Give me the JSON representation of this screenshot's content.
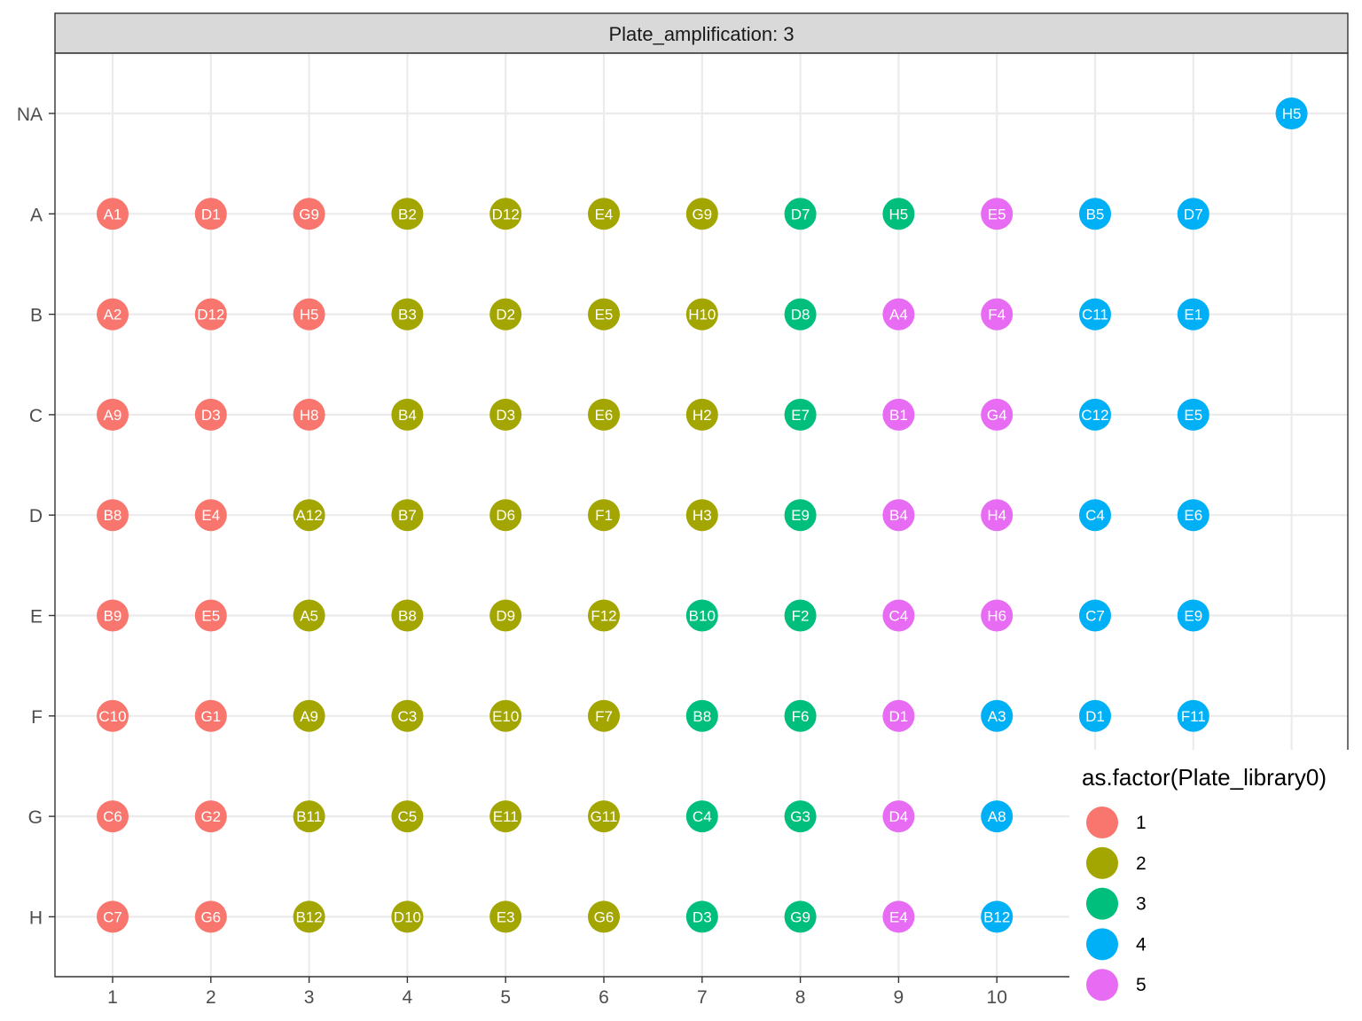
{
  "chart_data": {
    "type": "scatter",
    "facet_strip": "Plate_amplification: 3",
    "xlabel": "",
    "ylabel": "",
    "x_ticks": [
      "1",
      "2",
      "3",
      "4",
      "5",
      "6",
      "7",
      "8",
      "9",
      "10"
    ],
    "y_ticks": [
      "NA",
      "A",
      "B",
      "C",
      "D",
      "E",
      "F",
      "G",
      "H"
    ],
    "grid": true,
    "legend": {
      "title": "as.factor(Plate_library0)",
      "placement": "bottom-right",
      "entries": [
        {
          "label": "1",
          "color": "#F8766D"
        },
        {
          "label": "2",
          "color": "#A3A500"
        },
        {
          "label": "3",
          "color": "#00BF7D"
        },
        {
          "label": "4",
          "color": "#00B0F6"
        },
        {
          "label": "5",
          "color": "#E76BF3"
        }
      ]
    },
    "points": [
      {
        "x": 1,
        "y": "A",
        "label": "A1",
        "group": "1"
      },
      {
        "x": 2,
        "y": "A",
        "label": "D1",
        "group": "1"
      },
      {
        "x": 3,
        "y": "A",
        "label": "G9",
        "group": "1"
      },
      {
        "x": 4,
        "y": "A",
        "label": "B2",
        "group": "2"
      },
      {
        "x": 5,
        "y": "A",
        "label": "D12",
        "group": "2"
      },
      {
        "x": 6,
        "y": "A",
        "label": "E4",
        "group": "2"
      },
      {
        "x": 7,
        "y": "A",
        "label": "G9",
        "group": "2"
      },
      {
        "x": 8,
        "y": "A",
        "label": "D7",
        "group": "3"
      },
      {
        "x": 9,
        "y": "A",
        "label": "H5",
        "group": "3"
      },
      {
        "x": 10,
        "y": "A",
        "label": "E5",
        "group": "5"
      },
      {
        "x": 11,
        "y": "A",
        "label": "B5",
        "group": "4"
      },
      {
        "x": 12,
        "y": "A",
        "label": "D7",
        "group": "4"
      },
      {
        "x": 1,
        "y": "B",
        "label": "A2",
        "group": "1"
      },
      {
        "x": 2,
        "y": "B",
        "label": "D12",
        "group": "1"
      },
      {
        "x": 3,
        "y": "B",
        "label": "H5",
        "group": "1"
      },
      {
        "x": 4,
        "y": "B",
        "label": "B3",
        "group": "2"
      },
      {
        "x": 5,
        "y": "B",
        "label": "D2",
        "group": "2"
      },
      {
        "x": 6,
        "y": "B",
        "label": "E5",
        "group": "2"
      },
      {
        "x": 7,
        "y": "B",
        "label": "H10",
        "group": "2"
      },
      {
        "x": 8,
        "y": "B",
        "label": "D8",
        "group": "3"
      },
      {
        "x": 9,
        "y": "B",
        "label": "A4",
        "group": "5"
      },
      {
        "x": 10,
        "y": "B",
        "label": "F4",
        "group": "5"
      },
      {
        "x": 11,
        "y": "B",
        "label": "C11",
        "group": "4"
      },
      {
        "x": 12,
        "y": "B",
        "label": "E1",
        "group": "4"
      },
      {
        "x": 1,
        "y": "C",
        "label": "A9",
        "group": "1"
      },
      {
        "x": 2,
        "y": "C",
        "label": "D3",
        "group": "1"
      },
      {
        "x": 3,
        "y": "C",
        "label": "H8",
        "group": "1"
      },
      {
        "x": 4,
        "y": "C",
        "label": "B4",
        "group": "2"
      },
      {
        "x": 5,
        "y": "C",
        "label": "D3",
        "group": "2"
      },
      {
        "x": 6,
        "y": "C",
        "label": "E6",
        "group": "2"
      },
      {
        "x": 7,
        "y": "C",
        "label": "H2",
        "group": "2"
      },
      {
        "x": 8,
        "y": "C",
        "label": "E7",
        "group": "3"
      },
      {
        "x": 9,
        "y": "C",
        "label": "B1",
        "group": "5"
      },
      {
        "x": 10,
        "y": "C",
        "label": "G4",
        "group": "5"
      },
      {
        "x": 11,
        "y": "C",
        "label": "C12",
        "group": "4"
      },
      {
        "x": 12,
        "y": "C",
        "label": "E5",
        "group": "4"
      },
      {
        "x": 1,
        "y": "D",
        "label": "B8",
        "group": "1"
      },
      {
        "x": 2,
        "y": "D",
        "label": "E4",
        "group": "1"
      },
      {
        "x": 3,
        "y": "D",
        "label": "A12",
        "group": "2"
      },
      {
        "x": 4,
        "y": "D",
        "label": "B7",
        "group": "2"
      },
      {
        "x": 5,
        "y": "D",
        "label": "D6",
        "group": "2"
      },
      {
        "x": 6,
        "y": "D",
        "label": "F1",
        "group": "2"
      },
      {
        "x": 7,
        "y": "D",
        "label": "H3",
        "group": "2"
      },
      {
        "x": 8,
        "y": "D",
        "label": "E9",
        "group": "3"
      },
      {
        "x": 9,
        "y": "D",
        "label": "B4",
        "group": "5"
      },
      {
        "x": 10,
        "y": "D",
        "label": "H4",
        "group": "5"
      },
      {
        "x": 11,
        "y": "D",
        "label": "C4",
        "group": "4"
      },
      {
        "x": 12,
        "y": "D",
        "label": "E6",
        "group": "4"
      },
      {
        "x": 1,
        "y": "E",
        "label": "B9",
        "group": "1"
      },
      {
        "x": 2,
        "y": "E",
        "label": "E5",
        "group": "1"
      },
      {
        "x": 3,
        "y": "E",
        "label": "A5",
        "group": "2"
      },
      {
        "x": 4,
        "y": "E",
        "label": "B8",
        "group": "2"
      },
      {
        "x": 5,
        "y": "E",
        "label": "D9",
        "group": "2"
      },
      {
        "x": 6,
        "y": "E",
        "label": "F12",
        "group": "2"
      },
      {
        "x": 7,
        "y": "E",
        "label": "B10",
        "group": "3"
      },
      {
        "x": 8,
        "y": "E",
        "label": "F2",
        "group": "3"
      },
      {
        "x": 9,
        "y": "E",
        "label": "C4",
        "group": "5"
      },
      {
        "x": 10,
        "y": "E",
        "label": "H6",
        "group": "5"
      },
      {
        "x": 11,
        "y": "E",
        "label": "C7",
        "group": "4"
      },
      {
        "x": 12,
        "y": "E",
        "label": "E9",
        "group": "4"
      },
      {
        "x": 1,
        "y": "F",
        "label": "C10",
        "group": "1"
      },
      {
        "x": 2,
        "y": "F",
        "label": "G1",
        "group": "1"
      },
      {
        "x": 3,
        "y": "F",
        "label": "A9",
        "group": "2"
      },
      {
        "x": 4,
        "y": "F",
        "label": "C3",
        "group": "2"
      },
      {
        "x": 5,
        "y": "F",
        "label": "E10",
        "group": "2"
      },
      {
        "x": 6,
        "y": "F",
        "label": "F7",
        "group": "2"
      },
      {
        "x": 7,
        "y": "F",
        "label": "B8",
        "group": "3"
      },
      {
        "x": 8,
        "y": "F",
        "label": "F6",
        "group": "3"
      },
      {
        "x": 9,
        "y": "F",
        "label": "D1",
        "group": "5"
      },
      {
        "x": 10,
        "y": "F",
        "label": "A3",
        "group": "4"
      },
      {
        "x": 11,
        "y": "F",
        "label": "D1",
        "group": "4"
      },
      {
        "x": 12,
        "y": "F",
        "label": "F11",
        "group": "4"
      },
      {
        "x": 1,
        "y": "G",
        "label": "C6",
        "group": "1"
      },
      {
        "x": 2,
        "y": "G",
        "label": "G2",
        "group": "1"
      },
      {
        "x": 3,
        "y": "G",
        "label": "B11",
        "group": "2"
      },
      {
        "x": 4,
        "y": "G",
        "label": "C5",
        "group": "2"
      },
      {
        "x": 5,
        "y": "G",
        "label": "E11",
        "group": "2"
      },
      {
        "x": 6,
        "y": "G",
        "label": "G11",
        "group": "2"
      },
      {
        "x": 7,
        "y": "G",
        "label": "C4",
        "group": "3"
      },
      {
        "x": 8,
        "y": "G",
        "label": "G3",
        "group": "3"
      },
      {
        "x": 9,
        "y": "G",
        "label": "D4",
        "group": "5"
      },
      {
        "x": 10,
        "y": "G",
        "label": "A8",
        "group": "4"
      },
      {
        "x": 1,
        "y": "H",
        "label": "C7",
        "group": "1"
      },
      {
        "x": 2,
        "y": "H",
        "label": "G6",
        "group": "1"
      },
      {
        "x": 3,
        "y": "H",
        "label": "B12",
        "group": "2"
      },
      {
        "x": 4,
        "y": "H",
        "label": "D10",
        "group": "2"
      },
      {
        "x": 5,
        "y": "H",
        "label": "E3",
        "group": "2"
      },
      {
        "x": 6,
        "y": "H",
        "label": "G6",
        "group": "2"
      },
      {
        "x": 7,
        "y": "H",
        "label": "D3",
        "group": "3"
      },
      {
        "x": 8,
        "y": "H",
        "label": "G9",
        "group": "3"
      },
      {
        "x": 9,
        "y": "H",
        "label": "E4",
        "group": "5"
      },
      {
        "x": 10,
        "y": "H",
        "label": "B12",
        "group": "4"
      },
      {
        "x": 13,
        "y": "NA",
        "label": "H5",
        "group": "4"
      }
    ]
  }
}
